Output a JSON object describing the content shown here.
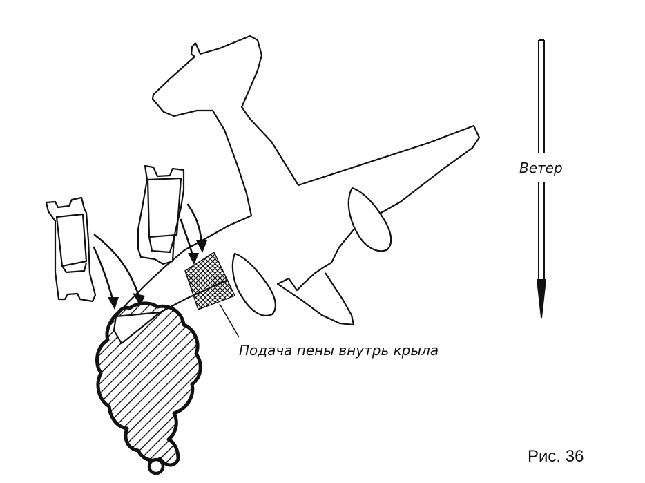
{
  "labels": {
    "wind": "Ветер",
    "foam_feed": "Подача пены внутрь крыла",
    "figure": "Рис. 36"
  }
}
